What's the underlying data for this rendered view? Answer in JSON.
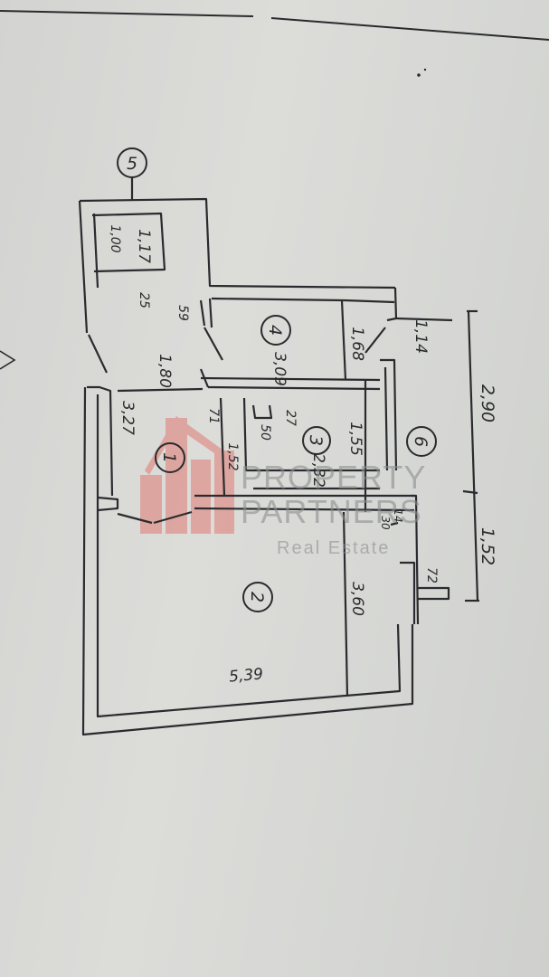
{
  "colors": {
    "paper": "#d6d7d4",
    "ink": "#2a2b2e",
    "watermark_red": "#e07a72",
    "watermark_gray": "#8c8e90"
  },
  "plan": {
    "rooms": [
      "1",
      "2",
      "3",
      "4",
      "5",
      "6"
    ],
    "dimensions": {
      "top_width": "1,17",
      "top_height": "1,00",
      "d_25": "25",
      "d_59": "59",
      "corridor_len": "1,80",
      "room4_len": "3,09",
      "room4_width": "1,68",
      "balcony_w": "1,14",
      "right_upper": "2,90",
      "right_lower": "1,52",
      "room1_len": "3,27",
      "room1_side": "1,52",
      "d_71": "71",
      "d_27": "27",
      "d_50": "50",
      "room3_width": "1,55",
      "room3_len": "2,32",
      "d_14": "14",
      "d_30": "30",
      "d_72": "72",
      "room2_width": "3,60",
      "room2_len": "5,39"
    }
  },
  "watermark": {
    "line1": "PROPERTY",
    "line2": "PARTNERS",
    "tagline": "Real Estate"
  }
}
